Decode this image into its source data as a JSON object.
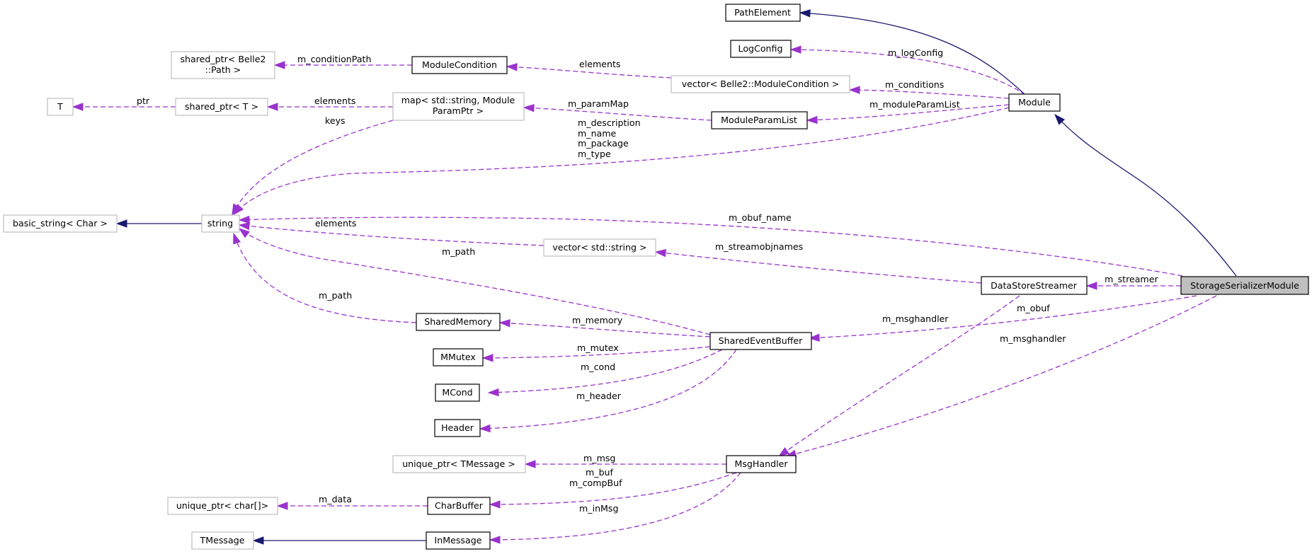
{
  "colors": {
    "inheritance_edge": "#191970",
    "usage_edge": "#9a32cd",
    "documented_border": "#000000",
    "undocumented_border": "#bfbfbf",
    "focus_fill": "#bfbfbf"
  },
  "nodes": {
    "path_element": "PathElement",
    "log_config": "LogConfig",
    "shared_ptr_path_1": "shared_ptr< Belle2",
    "shared_ptr_path_2": "::Path >",
    "module_condition": "ModuleCondition",
    "vector_module_condition": "vector< Belle2::ModuleCondition >",
    "t": "T",
    "shared_ptr_t": "shared_ptr< T >",
    "map_1": "map< std::string, Module",
    "map_2": "ParamPtr >",
    "module": "Module",
    "module_param_list": "ModuleParamList",
    "basic_string": "basic_string< Char >",
    "string": "string",
    "vector_string": "vector< std::string >",
    "data_store_streamer": "DataStoreStreamer",
    "storage_serializer_module": "StorageSerializerModule",
    "shared_memory": "SharedMemory",
    "shared_event_buffer": "SharedEventBuffer",
    "mmutex": "MMutex",
    "mcond": "MCond",
    "header": "Header",
    "unique_ptr_tmessage": "unique_ptr< TMessage >",
    "msg_handler": "MsgHandler",
    "unique_ptr_char": "unique_ptr< char[]>",
    "char_buffer": "CharBuffer",
    "tmessage": "TMessage",
    "in_message": "InMessage"
  },
  "edge_labels": {
    "m_condition_path": "m_conditionPath",
    "elements_module_condition": "elements",
    "m_log_config": "m_logConfig",
    "ptr": "ptr",
    "elements_shared_ptr": "elements",
    "m_param_map": "m_paramMap",
    "m_conditions": "m_conditions",
    "m_module_param_list": "m_moduleParamList",
    "keys": "keys",
    "module_strings_1": "m_description",
    "module_strings_2": "m_name",
    "module_strings_3": "m_package",
    "module_strings_4": "m_type",
    "m_obuf_name": "m_obuf_name",
    "elements_string": "elements",
    "m_streamobjnames": "m_streamobjnames",
    "m_path_buffer": "m_path",
    "m_streamer": "m_streamer",
    "m_path_memory": "m_path",
    "m_msghandler_streamer": "m_msghandler",
    "m_obuf": "m_obuf",
    "m_memory": "m_memory",
    "m_msghandler_module": "m_msghandler",
    "m_mutex": "m_mutex",
    "m_cond": "m_cond",
    "m_header": "m_header",
    "m_msg": "m_msg",
    "m_buf_1": "m_buf",
    "m_buf_2": "m_compBuf",
    "m_data": "m_data",
    "m_in_msg": "m_inMsg"
  }
}
